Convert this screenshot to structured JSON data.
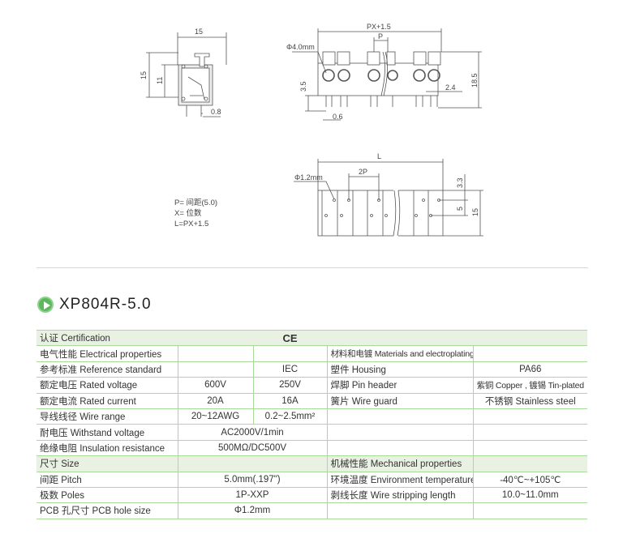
{
  "drawings": {
    "side_view": {
      "width": "15",
      "height": "15",
      "inner_height": "11",
      "pin": "0.8"
    },
    "front_view": {
      "total": "PX+1.5",
      "pitch": "P",
      "hole": "Φ4.0mm",
      "pin_len": "3.5",
      "pin_w": "0.6",
      "offset": "2.4",
      "height": "18.5"
    },
    "bottom_view": {
      "length": "L",
      "double_pitch": "2P",
      "pcb_hole": "Φ1.2mm",
      "edge": "3.3",
      "row_gap": "5",
      "depth": "15"
    }
  },
  "notes": [
    "P= 间距(5.0)",
    "X= 位数",
    "L=PX+1.5"
  ],
  "product": {
    "title": "XP804R-5.0",
    "icon": "play-circle-icon",
    "accent": "#5cb85c"
  },
  "table": {
    "header": {
      "label": "认证 Certification",
      "mark": "CE"
    },
    "rows": [
      {
        "label": "电气性能 Electrical properties",
        "a": "",
        "b": "",
        "rl": "材料和电镀 Materials and electroplating",
        "rv": ""
      },
      {
        "label": "参考标准 Reference standard",
        "a": "",
        "b": "IEC",
        "rl": "塑件 Housing",
        "rv": "PA66"
      },
      {
        "label": "额定电压 Rated voltage",
        "a": "600V",
        "b": "250V",
        "rl": "焊脚 Pin header",
        "rv": "紫铜 Copper , 镀锡 Tin-plated"
      },
      {
        "label": "额定电流 Rated current",
        "a": "20A",
        "b": "16A",
        "rl": "簧片 Wire guard",
        "rv": "不锈钢 Stainless steel"
      },
      {
        "label": "导线线径 Wire range",
        "a": "20~12AWG",
        "b": "0.2~2.5mm²",
        "rl": "",
        "rv": ""
      },
      {
        "label": "耐电压 Withstand voltage",
        "ab": "AC2000V/1min",
        "rl": "",
        "rv": ""
      },
      {
        "label": "绝缘电阻 Insulation resistance",
        "ab": "500MΩ/DC500V",
        "rl": "",
        "rv": ""
      },
      {
        "label": "尺寸 Size",
        "ab": "",
        "rl": "机械性能 Mechanical properties",
        "rv": ""
      },
      {
        "label": "间距 Pitch",
        "ab": "5.0mm(.197\")",
        "rl": "环境温度 Environment temperature",
        "rv": "-40℃~+105℃"
      },
      {
        "label": "极数 Poles",
        "ab": "1P-XXP",
        "rl": "剥线长度 Wire stripping length",
        "rv": "10.0~11.0mm"
      },
      {
        "label": "PCB 孔尺寸 PCB hole size",
        "ab": "Φ1.2mm",
        "rl": "",
        "rv": ""
      }
    ]
  }
}
